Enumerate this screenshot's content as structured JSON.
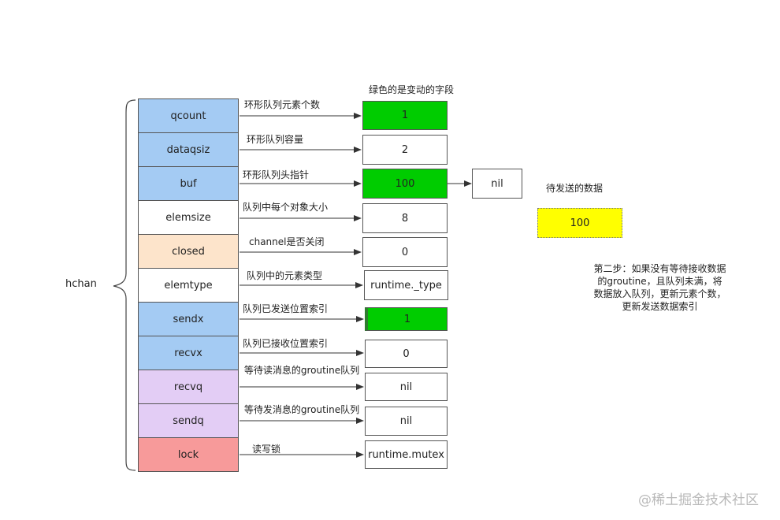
{
  "struct_name": "hchan",
  "header_note": "绿色的是变动的字段",
  "fields": [
    {
      "name": "qcount",
      "color": "#a4cbf3",
      "desc": "环形队列元素个数",
      "value": "1",
      "value_color": "#00cc00"
    },
    {
      "name": "dataqsiz",
      "color": "#a4cbf3",
      "desc": "环形队列容量",
      "value": "2",
      "value_color": "#ffffff"
    },
    {
      "name": "buf",
      "color": "#a4cbf3",
      "desc": "环形队列头指针",
      "value": "100",
      "value_color": "#00cc00"
    },
    {
      "name": "elemsize",
      "color": "#ffffff",
      "desc": "队列中每个对象大小",
      "value": "8",
      "value_color": "#ffffff"
    },
    {
      "name": "closed",
      "color": "#fde4cb",
      "desc": "channel是否关闭",
      "value": "0",
      "value_color": "#ffffff"
    },
    {
      "name": "elemtype",
      "color": "#ffffff",
      "desc": "队列中的元素类型",
      "value": "runtime._type",
      "value_color": "#ffffff"
    },
    {
      "name": "sendx",
      "color": "#a4cbf3",
      "desc": "队列已发送位置索引",
      "value": "1",
      "value_color": "#00cc00"
    },
    {
      "name": "recvx",
      "color": "#a4cbf3",
      "desc": "队列已接收位置索引",
      "value": "0",
      "value_color": "#ffffff"
    },
    {
      "name": "recvq",
      "color": "#e3cdf5",
      "desc": "等待读消息的groutine队列",
      "value": "nil",
      "value_color": "#ffffff"
    },
    {
      "name": "sendq",
      "color": "#e3cdf5",
      "desc": "等待发消息的groutine队列",
      "value": "nil",
      "value_color": "#ffffff"
    },
    {
      "name": "lock",
      "color": "#f79a9a",
      "desc": "读写锁",
      "value": "runtime.mutex",
      "value_color": "#ffffff"
    }
  ],
  "buf_target": "nil",
  "pending_label": "待发送的数据",
  "pending_value": "100",
  "pending_color": "#ffff00",
  "step_note": [
    "第二步：如果没有等待接收数据",
    "的groutine，且队列未满，将",
    "数据放入队列，更新元素个数，",
    "更新发送数据索引"
  ],
  "watermark": "@稀土掘金技术社区"
}
